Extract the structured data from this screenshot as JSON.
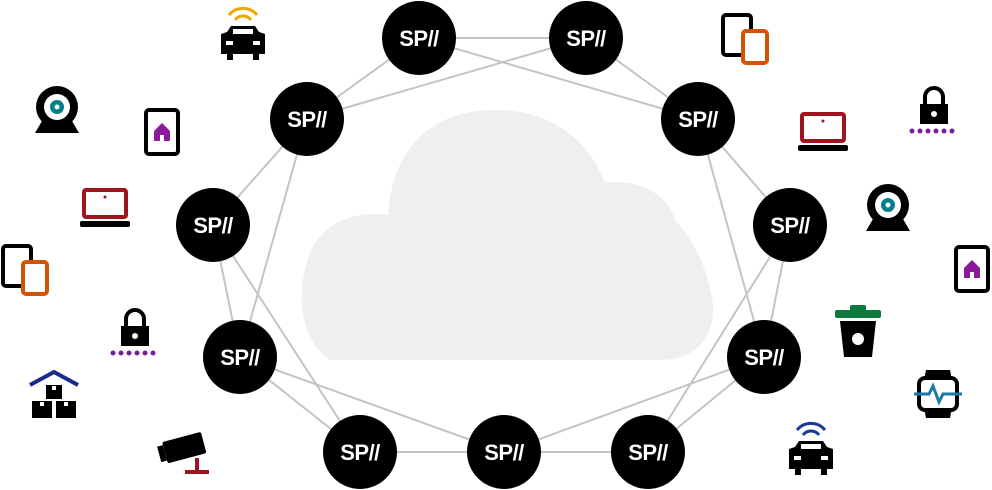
{
  "node_label": "SP//",
  "nodes": [
    {
      "id": "n1"
    },
    {
      "id": "n2"
    },
    {
      "id": "n3"
    },
    {
      "id": "n4"
    },
    {
      "id": "n5"
    },
    {
      "id": "n6"
    },
    {
      "id": "n7"
    },
    {
      "id": "n8"
    },
    {
      "id": "n9"
    },
    {
      "id": "n10"
    },
    {
      "id": "n11"
    },
    {
      "id": "n12"
    }
  ],
  "edges": [
    [
      "n1",
      "n2"
    ],
    [
      "n1",
      "n3"
    ],
    [
      "n1",
      "n4"
    ],
    [
      "n2",
      "n4"
    ],
    [
      "n2",
      "n3"
    ],
    [
      "n3",
      "n5"
    ],
    [
      "n3",
      "n7"
    ],
    [
      "n4",
      "n6"
    ],
    [
      "n4",
      "n8"
    ],
    [
      "n5",
      "n7"
    ],
    [
      "n5",
      "n9"
    ],
    [
      "n6",
      "n8"
    ],
    [
      "n6",
      "n10"
    ],
    [
      "n7",
      "n9"
    ],
    [
      "n7",
      "n11"
    ],
    [
      "n8",
      "n10"
    ],
    [
      "n8",
      "n12"
    ],
    [
      "n9",
      "n11"
    ],
    [
      "n9",
      "n12"
    ],
    [
      "n10",
      "n12"
    ],
    [
      "n10",
      "n11"
    ],
    [
      "n11",
      "n12"
    ]
  ],
  "icons": [
    {
      "name": "connected-car-icon",
      "accent": "#f0a800"
    },
    {
      "name": "tablet-phone-icon",
      "accent": "#d35400"
    },
    {
      "name": "webcam-icon",
      "accent": "#00808a"
    },
    {
      "name": "smart-home-tablet-icon",
      "accent": "#8a1a9a"
    },
    {
      "name": "smart-lock-icon",
      "accent": "#7a1f9a"
    },
    {
      "name": "laptop-icon",
      "accent": "#a0141e"
    },
    {
      "name": "webcam-icon",
      "accent": "#00808a"
    },
    {
      "name": "laptop-icon",
      "accent": "#a0141e"
    },
    {
      "name": "tablet-phone-icon",
      "accent": "#d35400"
    },
    {
      "name": "smart-home-tablet-icon",
      "accent": "#8a1a9a"
    },
    {
      "name": "smart-lock-icon",
      "accent": "#7a1f9a"
    },
    {
      "name": "smart-trash-bin-icon",
      "accent": "#0a7a3c"
    },
    {
      "name": "smart-warehouse-icon",
      "accent": "#1a2a8a"
    },
    {
      "name": "smartwatch-icon",
      "accent": "#1a7aa8"
    },
    {
      "name": "security-camera-icon",
      "accent": "#a0141e"
    },
    {
      "name": "connected-car-icon",
      "accent": "#1a3a9a"
    }
  ],
  "colors": {
    "node": "#000000",
    "edge": "#c4c4c4",
    "cloud": "#efeff1",
    "icon": "#000000"
  }
}
